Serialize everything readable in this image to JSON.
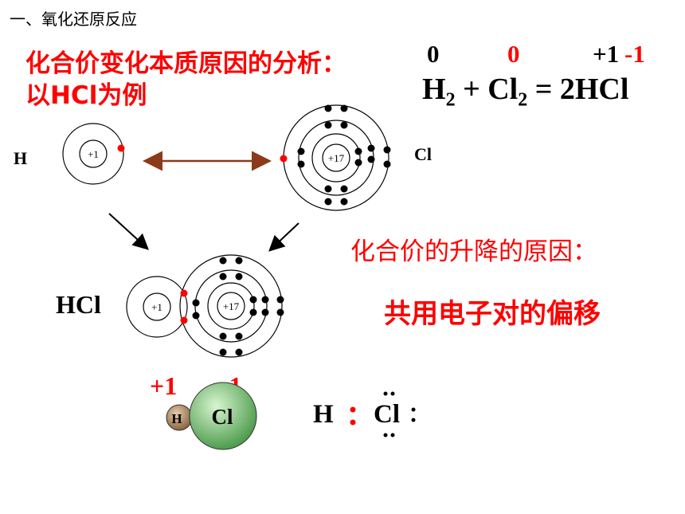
{
  "heading": "一、氧化还原反应",
  "subtitle_line1": "化合价变化本质原因的分析：",
  "subtitle_line2": "以HCl为例",
  "oxidation_states": {
    "h2": "0",
    "cl2": "0",
    "h_in_hcl": "+1",
    "cl_in_hcl": "-1"
  },
  "equation": {
    "h": "H",
    "h_sub": "2",
    "plus": " + ",
    "cl": "Cl",
    "cl_sub": "2",
    "equals": " = ",
    "product": "2HCl"
  },
  "reason_title": "化合价的升降的原因：",
  "reason_value": "共用电子对的偏移",
  "atom_h": {
    "label": "H",
    "nucleus": "+1"
  },
  "atom_cl": {
    "label": "Cl",
    "nucleus": "+17"
  },
  "molecule_label": "HCl",
  "molecule_nuclei": {
    "h": "+1",
    "cl": "+17"
  },
  "partial_charges": {
    "h": "+1",
    "cl": "-1"
  },
  "sphere_labels": {
    "h": "H",
    "cl": "Cl"
  },
  "lewis": {
    "h": "H",
    "cl": "Cl"
  },
  "colors": {
    "emphasis": "#ff0000",
    "arrow": "#8b3a1a",
    "h_sphere": "#a07a5a",
    "cl_sphere": "#6fbf6f"
  }
}
